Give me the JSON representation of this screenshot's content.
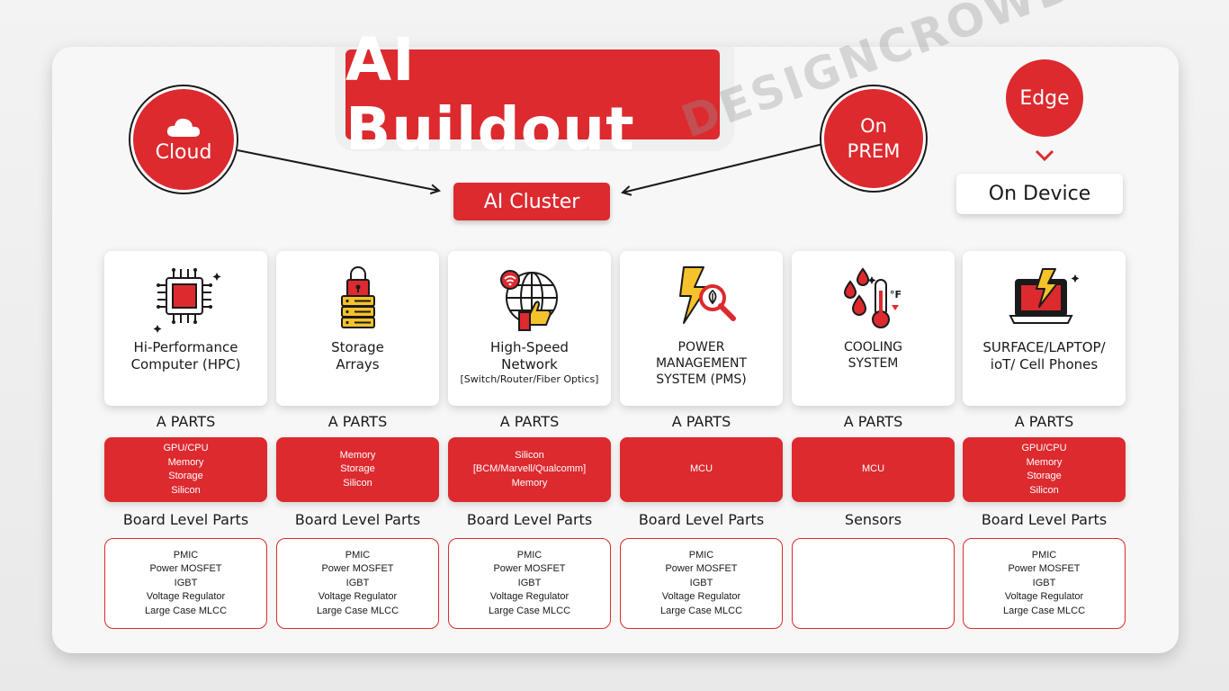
{
  "title": "AI Buildout",
  "watermark": "DESIGNCROWD",
  "cloud": {
    "label": "Cloud"
  },
  "prem": {
    "line1": "On",
    "line2": "PREM"
  },
  "edge": {
    "label": "Edge"
  },
  "cluster": {
    "label": "AI Cluster"
  },
  "device": {
    "label": "On Device"
  },
  "colors": {
    "accent": "#dc2a2f",
    "text": "#1a1a1a",
    "panel": "#f7f7f7"
  },
  "columns": [
    {
      "icon": "chip-icon",
      "label_lines": [
        "Hi-Performance",
        "Computer (HPC)"
      ],
      "sub": "",
      "a_label": "A PARTS",
      "a_items": [
        "GPU/CPU",
        "Memory",
        "Storage",
        "Silicon"
      ],
      "board_label": "Board Level Parts",
      "board_items": [
        "PMIC",
        "Power MOSFET",
        "IGBT",
        "Voltage Regulator",
        "Large Case MLCC"
      ]
    },
    {
      "icon": "storage-lock-icon",
      "label_lines": [
        "Storage",
        "Arrays"
      ],
      "sub": "",
      "a_label": "A PARTS",
      "a_items": [
        "Memory",
        "Storage",
        "Silicon"
      ],
      "board_label": "Board Level Parts",
      "board_items": [
        "PMIC",
        "Power MOSFET",
        "IGBT",
        "Voltage Regulator",
        "Large Case MLCC"
      ]
    },
    {
      "icon": "globe-network-icon",
      "label_lines": [
        "High-Speed",
        "Network"
      ],
      "sub": "[Switch/Router/Fiber Optics]",
      "a_label": "A PARTS",
      "a_items": [
        "Silicon",
        "[BCM/Marvell/Qualcomm]",
        "Memory"
      ],
      "board_label": "Board Level Parts",
      "board_items": [
        "PMIC",
        "Power MOSFET",
        "IGBT",
        "Voltage Regulator",
        "Large Case MLCC"
      ]
    },
    {
      "icon": "lightning-search-icon",
      "label_lines": [
        "POWER",
        "MANAGEMENT",
        "SYSTEM (PMS)"
      ],
      "sub": "",
      "a_label": "A PARTS",
      "a_items": [
        "MCU"
      ],
      "board_label": "Board Level Parts",
      "board_items": [
        "PMIC",
        "Power MOSFET",
        "IGBT",
        "Voltage Regulator",
        "Large Case MLCC"
      ]
    },
    {
      "icon": "thermometer-drops-icon",
      "label_lines": [
        "COOLING",
        "SYSTEM"
      ],
      "sub": "",
      "a_label": "A PARTS",
      "a_items": [
        "MCU"
      ],
      "board_label": "Sensors",
      "board_items": []
    },
    {
      "icon": "laptop-lightning-icon",
      "label_lines": [
        "SURFACE/LAPTOP/",
        "ioT/ Cell Phones"
      ],
      "sub": "",
      "a_label": "A PARTS",
      "a_items": [
        "GPU/CPU",
        "Memory",
        "Storage",
        "Silicon"
      ],
      "board_label": "Board Level Parts",
      "board_items": [
        "PMIC",
        "Power MOSFET",
        "IGBT",
        "Voltage Regulator",
        "Large Case MLCC"
      ]
    }
  ]
}
